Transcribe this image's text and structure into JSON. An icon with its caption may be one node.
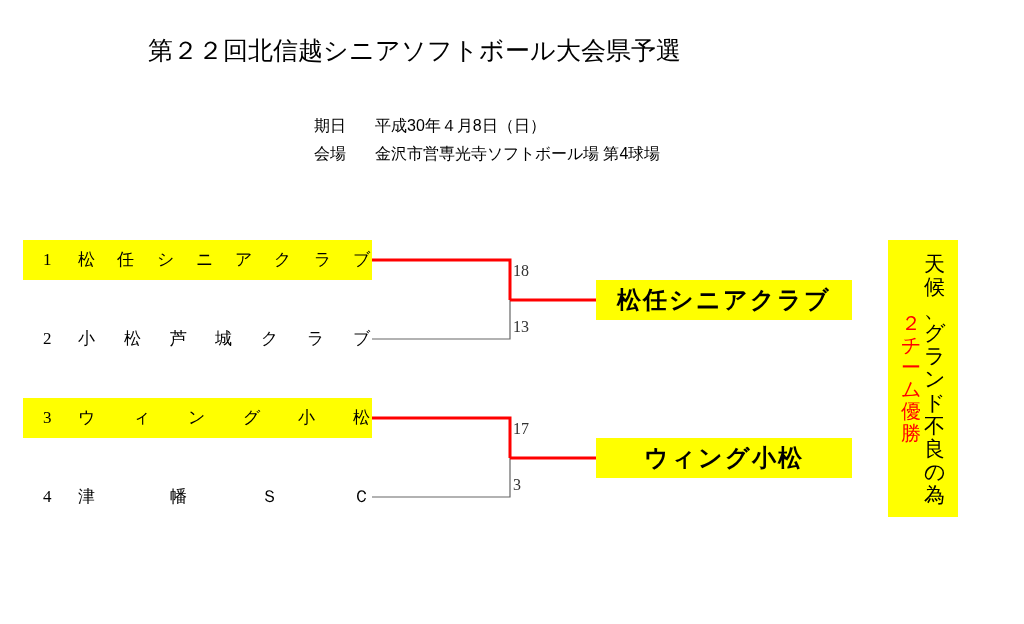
{
  "diagram": {
    "title": "第２２回北信越シニアソフトボール大会県予選",
    "nodes": [
      {
        "text": [
          "1",
          "松任シニアクラブ"
        ]
      },
      {
        "text": [
          "2",
          "小松芦城クラブ"
        ]
      },
      {
        "text": [
          "3",
          "ウィング小松"
        ]
      },
      {
        "text": [
          "4",
          "津幡ＳＣ"
        ]
      },
      {
        "text": [
          "松任シニアクラブ"
        ]
      },
      {
        "text": [
          "ウィング小松"
        ]
      },
      {
        "text": [
          "２チーム優勝",
          "天候、グランド不良の為"
        ]
      }
    ],
    "edges": [
      {
        "from": 0,
        "to": 4,
        "arrow": "none",
        "label": "18",
        "style": "thick",
        "color": "#ff0000"
      },
      {
        "from": 1,
        "to": 4,
        "arrow": "none",
        "label": "13",
        "color": "#666666"
      },
      {
        "from": 2,
        "to": 5,
        "arrow": "none",
        "label": "17",
        "style": "thick",
        "color": "#ff0000"
      },
      {
        "from": 3,
        "to": 5,
        "arrow": "none",
        "label": "3",
        "color": "#666666"
      }
    ],
    "labels": [
      "期日",
      "平成30年４月8日（日）",
      "会場",
      "金沢市営専光寺ソフトボール場 第4球場"
    ]
  }
}
